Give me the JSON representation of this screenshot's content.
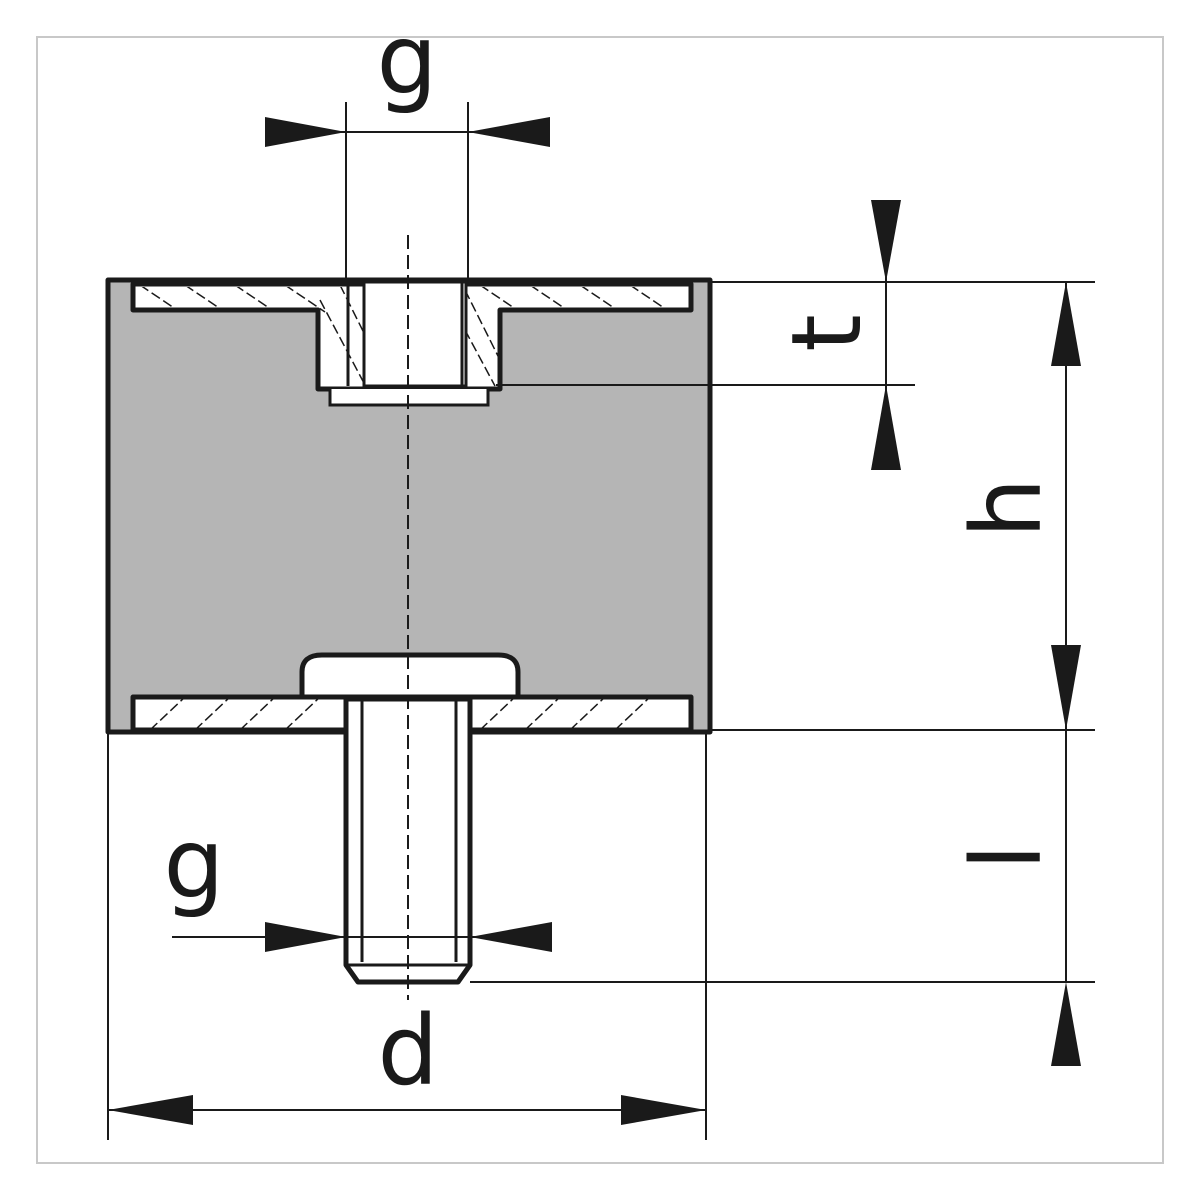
{
  "labels": {
    "g_top": "g",
    "t": "t",
    "h": "h",
    "l": "l",
    "g_bottom": "g",
    "d": "d"
  },
  "colors": {
    "background": "#ffffff",
    "frame_border": "#c8c8c8",
    "rubber_fill": "#b5b5b5",
    "metal_fill": "#ffffff",
    "line": "#1a1a1a"
  }
}
